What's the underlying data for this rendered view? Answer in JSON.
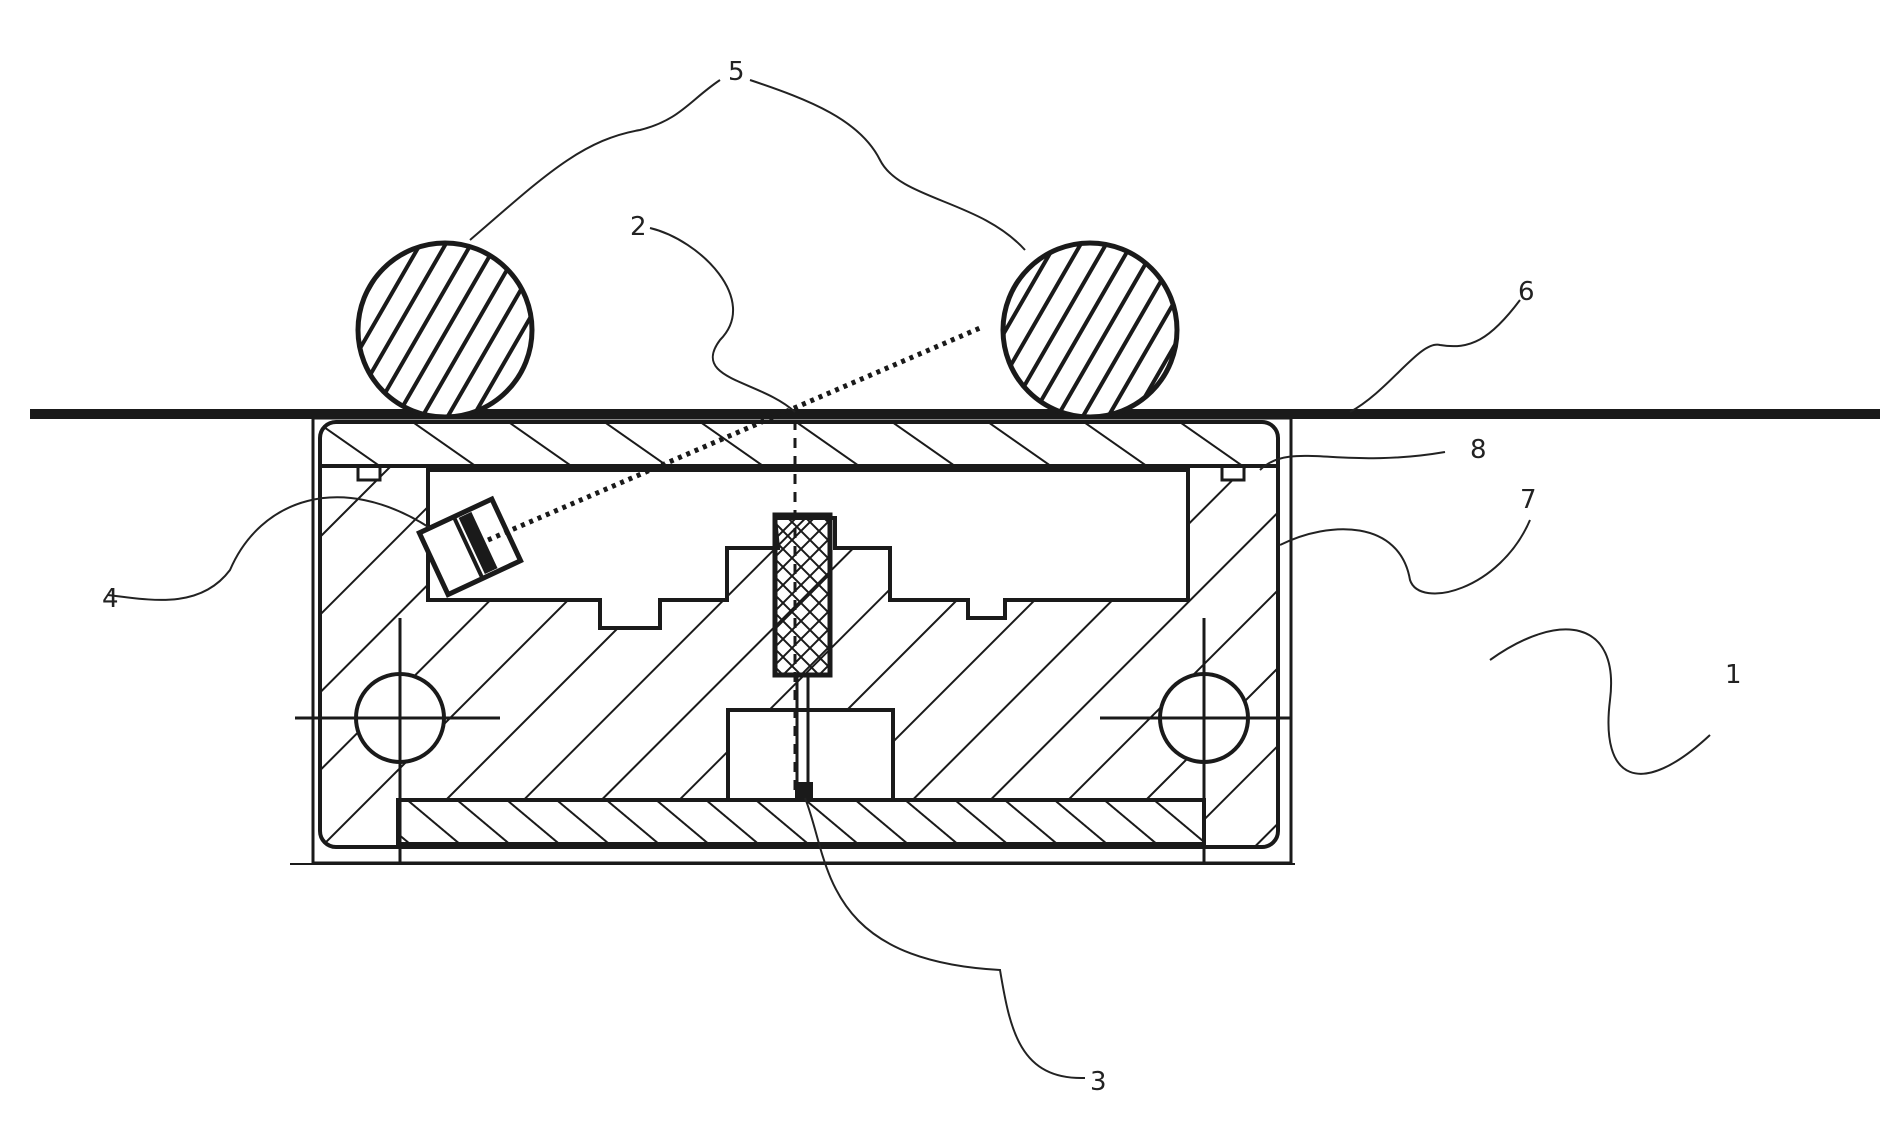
{
  "figure": {
    "labels": {
      "l1": "1",
      "l2": "2",
      "l3": "3",
      "l4": "4",
      "l5": "5",
      "l6": "6",
      "l7": "7",
      "l8": "8"
    },
    "colors": {
      "ink": "#1a1a1a",
      "background": "#ffffff"
    }
  }
}
